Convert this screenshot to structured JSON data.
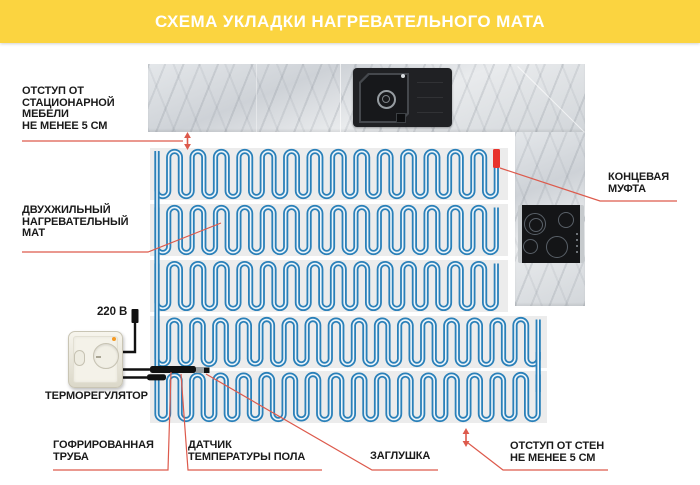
{
  "banner": {
    "title": "СХЕМА УКЛАДКИ НАГРЕВАТЕЛЬНОГО МАТА",
    "bg": "#fbd440",
    "text_color": "#ffffff"
  },
  "annotations": {
    "furniture_gap": {
      "text": "ОТСТУП ОТ\nСТАЦИОНАРНОЙ\nМЕБЕЛИ\nНЕ МЕНЕЕ 5 СМ"
    },
    "heating_mat": {
      "text": "ДВУХЖИЛЬНЫЙ\nНАГРЕВАТЕЛЬНЫЙ\nМАТ"
    },
    "end_coupling": {
      "text": "КОНЦЕВАЯ\nМУФТА"
    },
    "voltage": {
      "text": "220 В"
    },
    "thermostat": {
      "text": "ТЕРМОРЕГУЛЯТОР"
    },
    "corrugated_tube": {
      "text": "ГОФРИРОВАННАЯ\nТРУБА"
    },
    "floor_sensor": {
      "text": "ДАТЧИК\nТЕМПЕРАТУРЫ ПОЛА"
    },
    "plug": {
      "text": "ЗАГЛУШКА"
    },
    "wall_gap": {
      "text": "ОТСТУП ОТ СТЕН\nНЕ МЕНЕЕ 5 СМ"
    }
  },
  "colors": {
    "mat_cable": "#2a80b9",
    "mat_cable_core": "#edf5fa",
    "mat_backing": "#ececec",
    "annotation_red": "#dd5a4c",
    "end_cap_red": "#e8322b",
    "cable_black": "#111111"
  }
}
